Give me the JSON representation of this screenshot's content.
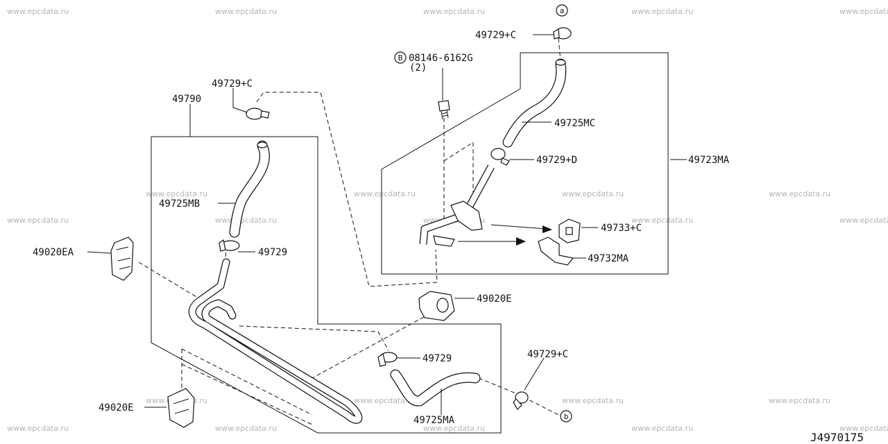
{
  "watermark": "www.epcdata.ru",
  "diagram_id": "J4970175",
  "labels": {
    "clamp_c_top": "49729+C",
    "bolt_code": "08146-6162G",
    "bolt_qty": "(2)",
    "bolt_marker": "B",
    "clamp_c_left": "49729+C",
    "assembly_left": "49790",
    "hose_mc": "49725MC",
    "clamp_d": "49729+D",
    "assembly_right": "49723MA",
    "hose_mb": "49725MB",
    "clamp_mid": "49729",
    "bracket_ea": "49020EA",
    "clip_c": "49733+C",
    "bracket_ma": "49732MA",
    "bracket_e_right": "49020E",
    "clamp_low": "49729",
    "clamp_c_right": "49729+C",
    "bracket_e_left": "49020E",
    "hose_ma": "49725MA",
    "connector_a": "a",
    "connector_b": "b"
  }
}
